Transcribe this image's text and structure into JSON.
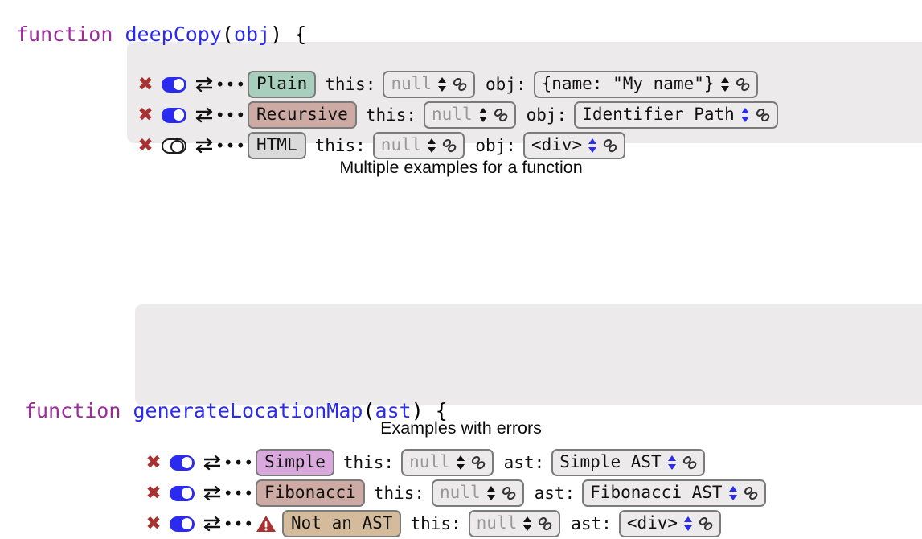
{
  "blocks": [
    {
      "signature": {
        "keyword": "function",
        "name": "deepCopy",
        "open_paren": "(",
        "param": "obj",
        "close_paren": ")",
        "brace": " {"
      },
      "param_label": "obj:",
      "this_label": "this:",
      "rows": [
        {
          "close_icon": "close-icon",
          "toggle_state": "on",
          "swap_icon": "swap-icon",
          "more_icon": "more-icon",
          "has_warning": false,
          "chip_label": "Plain",
          "chip_color": "#a8cfbd",
          "this_value": "null",
          "this_is_placeholder": true,
          "this_spin_color": "#111111",
          "param_value": "{name: \"My name\"}",
          "param_is_placeholder": false,
          "param_spin_color": "#111111"
        },
        {
          "close_icon": "close-icon",
          "toggle_state": "on",
          "swap_icon": "swap-icon",
          "more_icon": "more-icon",
          "has_warning": false,
          "chip_label": "Recursive",
          "chip_color": "#ceaaa5",
          "this_value": "null",
          "this_is_placeholder": true,
          "this_spin_color": "#111111",
          "param_value": "Identifier Path",
          "param_is_placeholder": false,
          "param_spin_color": "#2b2bf0"
        },
        {
          "close_icon": "close-icon",
          "toggle_state": "off",
          "swap_icon": "swap-icon",
          "more_icon": "more-icon",
          "has_warning": false,
          "chip_label": "HTML",
          "chip_color": "#dadada",
          "this_value": "null",
          "this_is_placeholder": true,
          "this_spin_color": "#111111",
          "param_value": "<div>",
          "param_is_placeholder": false,
          "param_spin_color": "#2b2bf0"
        }
      ],
      "caption": "Multiple examples for a function"
    },
    {
      "signature": {
        "keyword": "function",
        "name": "generateLocationMap",
        "open_paren": "(",
        "param": "ast",
        "close_paren": ")",
        "brace": " {"
      },
      "param_label": "ast:",
      "this_label": "this:",
      "rows": [
        {
          "close_icon": "close-icon",
          "toggle_state": "on",
          "swap_icon": "swap-icon",
          "more_icon": "more-icon",
          "has_warning": false,
          "chip_label": "Simple",
          "chip_color": "#d9a8dd",
          "this_value": "null",
          "this_is_placeholder": true,
          "this_spin_color": "#111111",
          "param_value": "Simple AST",
          "param_is_placeholder": false,
          "param_spin_color": "#2b2bf0"
        },
        {
          "close_icon": "close-icon",
          "toggle_state": "on",
          "swap_icon": "swap-icon",
          "more_icon": "more-icon",
          "has_warning": false,
          "chip_label": "Fibonacci",
          "chip_color": "#ceaaa5",
          "this_value": "null",
          "this_is_placeholder": true,
          "this_spin_color": "#111111",
          "param_value": "Fibonacci AST",
          "param_is_placeholder": false,
          "param_spin_color": "#2b2bf0"
        },
        {
          "close_icon": "close-icon",
          "toggle_state": "on",
          "swap_icon": "swap-icon",
          "more_icon": "more-icon",
          "has_warning": true,
          "warning_icon": "warning-triangle-icon",
          "chip_label": "Not an AST",
          "chip_color": "#d4bb9b",
          "this_value": "null",
          "this_is_placeholder": true,
          "this_spin_color": "#111111",
          "param_value": "<div>",
          "param_is_placeholder": false,
          "param_spin_color": "#2b2bf0"
        }
      ],
      "caption": "Examples with errors"
    }
  ],
  "colors": {
    "keyword": "#9b2d9b",
    "identifier": "#2b2bf0",
    "close_icon": "#a83232",
    "toggle_on": "#2b2bf0",
    "warning": "#a83232",
    "panel_bg": "#eceaea",
    "spin_active": "#2b2bf0"
  },
  "icon_names": {
    "close": "close-icon",
    "toggle": "toggle-switch",
    "swap": "swap-arrows-icon",
    "more": "more-options-icon",
    "warning": "warning-triangle-icon",
    "spinner": "stepper-arrows-icon",
    "link": "link-chain-icon"
  }
}
